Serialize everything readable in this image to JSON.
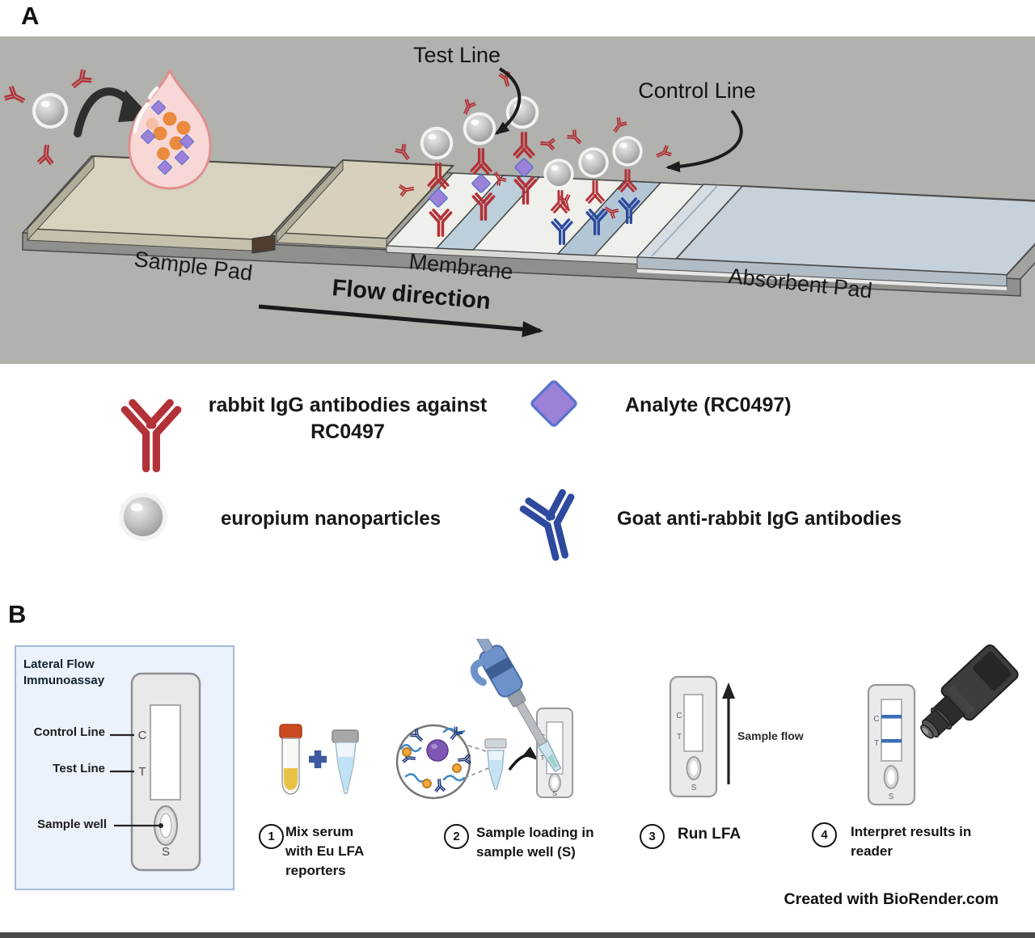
{
  "figure": {
    "panel_a": {
      "label": "A",
      "annotations": {
        "test_line": "Test Line",
        "control_line": "Control Line",
        "flow_direction": "Flow direction"
      },
      "strip": {
        "sample_pad": "Sample Pad",
        "membrane": "Membrane",
        "absorbent_pad": "Absorbent Pad"
      },
      "legend": [
        {
          "icon": "red-antibody-icon",
          "label": "rabbit IgG antibodies against RC0497"
        },
        {
          "icon": "purple-diamond-icon",
          "label": "Analyte (RC0497)"
        },
        {
          "icon": "gray-sphere-icon",
          "label": "europium nanoparticles"
        },
        {
          "icon": "blue-antibody-icon",
          "label": "Goat anti-rabbit IgG antibodies"
        }
      ]
    },
    "panel_b": {
      "label": "B",
      "device": {
        "title": "Lateral Flow Immunoassay",
        "control_line_label": "Control Line",
        "test_line_label": "Test Line",
        "sample_well_label": "Sample well",
        "letter_c": "C",
        "letter_t": "T",
        "letter_s": "S"
      },
      "steps": [
        {
          "number": "1",
          "label": "Mix serum with Eu LFA reporters"
        },
        {
          "number": "2",
          "label": "Sample loading in sample well (S)"
        },
        {
          "number": "3",
          "label": "Run LFA"
        },
        {
          "number": "4",
          "label": "Interpret results in reader"
        }
      ],
      "sample_flow_label": "Sample flow"
    },
    "credit": "Created with BioRender.com",
    "colors": {
      "panel_a_background": "#b1b1ae",
      "red_antibody": "#b23238",
      "blue_antibody": "#2d4a9e",
      "analyte_purple": "#9d80d8",
      "nanoparticle_gray": "#bdbdbd",
      "droplet_pink": "#f8d8d6",
      "sample_pad_tan": "#d8d2c0",
      "cassette_line_blue": "#3a6fb5"
    }
  }
}
